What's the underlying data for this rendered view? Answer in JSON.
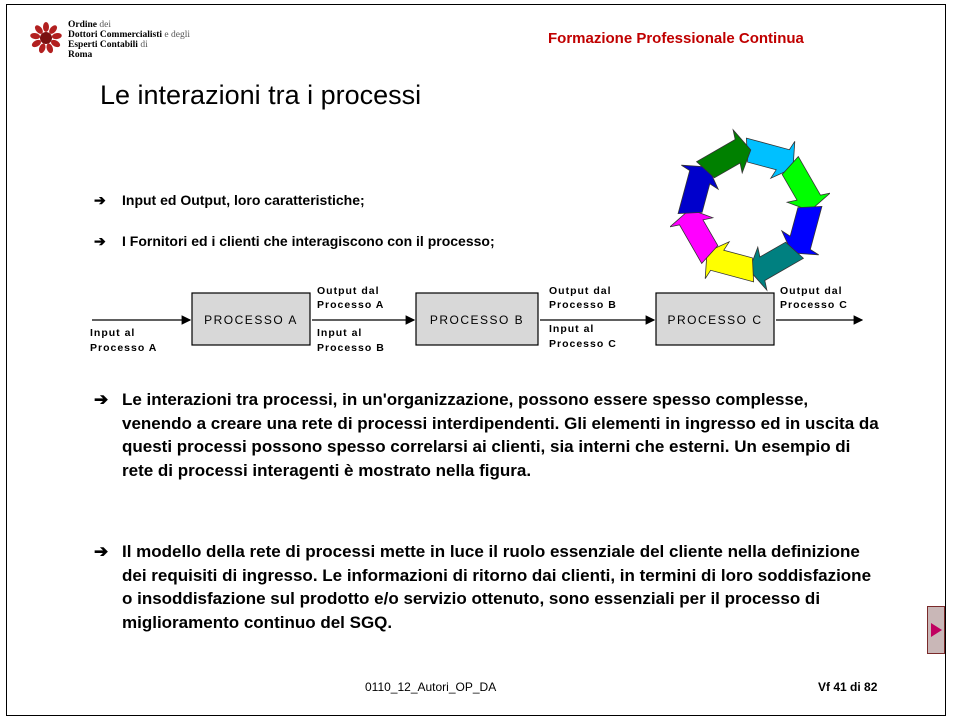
{
  "header": {
    "org_line1_bold": "Ordine",
    "org_line1_light": "dei",
    "org_line2_bold": "Dottori Commercialisti",
    "org_line2_light": "e degli",
    "org_line3_bold": "Esperti Contabili",
    "org_line3_light": "di",
    "org_line4_bold": "Roma",
    "right_title": "Formazione Professionale Continua"
  },
  "slide": {
    "title": "Le interazioni tra i processi",
    "bullets_short": [
      "Input ed Output, loro caratteristiche;",
      "I Fornitori ed i clienti che interagiscono con il processo;"
    ],
    "paragraphs": [
      "Le interazioni tra processi, in un'organizzazione, possono essere spesso complesse, venendo a creare una rete di processi interdipendenti. Gli elementi in ingresso ed in uscita da questi processi possono spesso correlarsi ai clienti, sia interni che esterni. Un esempio di rete di processi interagenti è mostrato nella figura.",
      "Il modello della rete di processi mette in luce il ruolo essenziale del cliente nella definizione dei requisiti di ingresso. Le informazioni di ritorno dai clienti, in termini di loro soddisfazione o insoddisfazione sul prodotto e/o servizio ottenuto, sono essenziali per il processo di miglioramento continuo del SGQ."
    ],
    "bullet_symbol": "➔"
  },
  "diagram": {
    "processes": [
      "PROCESSO A",
      "PROCESSO B",
      "PROCESSO C"
    ],
    "input_a": [
      "Input al",
      "Processo A"
    ],
    "output_a": [
      "Output dal",
      "Processo A"
    ],
    "input_b": [
      "Input al",
      "Processo B"
    ],
    "output_b": [
      "Output dal",
      "Processo B"
    ],
    "input_c": [
      "Input al",
      "Processo C"
    ],
    "output_c": [
      "Output dal",
      "Processo C"
    ],
    "cycle_colors": [
      "#00c0ff",
      "#00ff00",
      "#0000ff",
      "#008080",
      "#ffff00",
      "#ff00ff",
      "#0000cc",
      "#008000"
    ]
  },
  "footer": {
    "code": "0110_12_Autori_OP_DA",
    "page": "Vf 41 di 82"
  },
  "nav": {
    "icon": "play-right-icon"
  }
}
